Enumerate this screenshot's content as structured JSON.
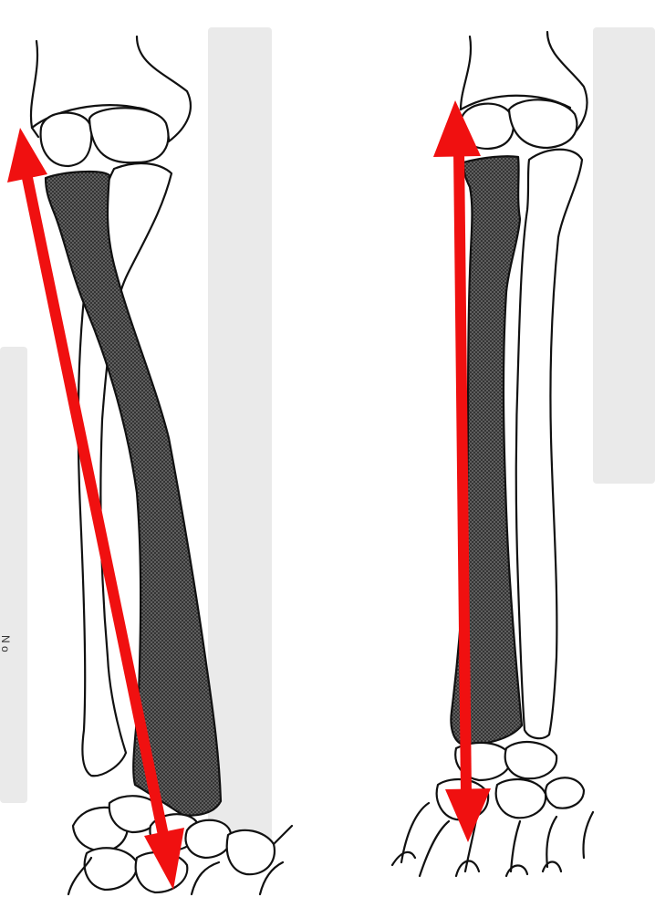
{
  "figure": {
    "margin_mark": "N o",
    "colors": {
      "arrow": "#f01010",
      "shaded_bone": "#5a5a5a",
      "outline": "#111111",
      "background": "#ffffff"
    },
    "panels": [
      "left-forearm-pronated",
      "right-forearm-supinated"
    ]
  }
}
